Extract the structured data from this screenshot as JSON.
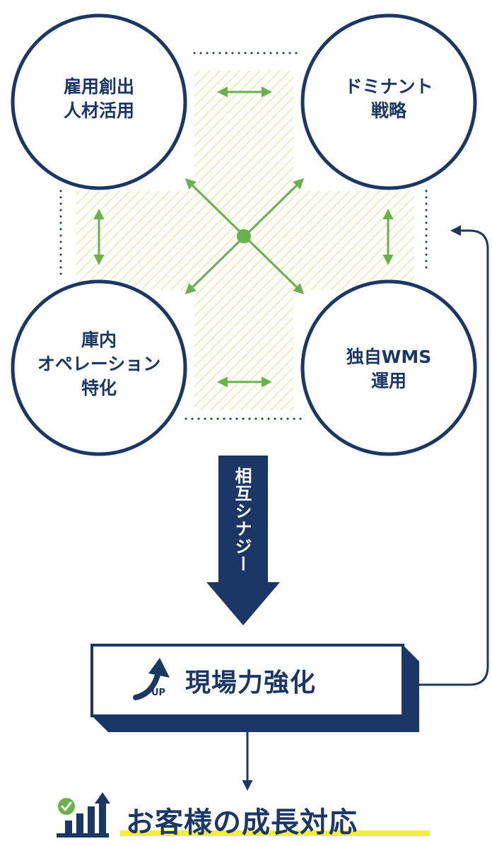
{
  "nodes": {
    "top_left": [
      "雇用創出",
      "人材活用"
    ],
    "top_right": [
      "ドミナント",
      "戦略"
    ],
    "bottom_left": [
      "庫内",
      "オペレーション",
      "特化"
    ],
    "bottom_right": [
      "独自WMS",
      "運用"
    ]
  },
  "synergy_label": "相互シナジー",
  "result": {
    "up_label": "UP",
    "title": "現場力強化"
  },
  "outcome": "お客様の成長対応",
  "colors": {
    "navy": "#1b3766",
    "green": "#6ab04c",
    "yellow_hatch": "#eef0a8",
    "highlight": "#f4ee3a"
  }
}
